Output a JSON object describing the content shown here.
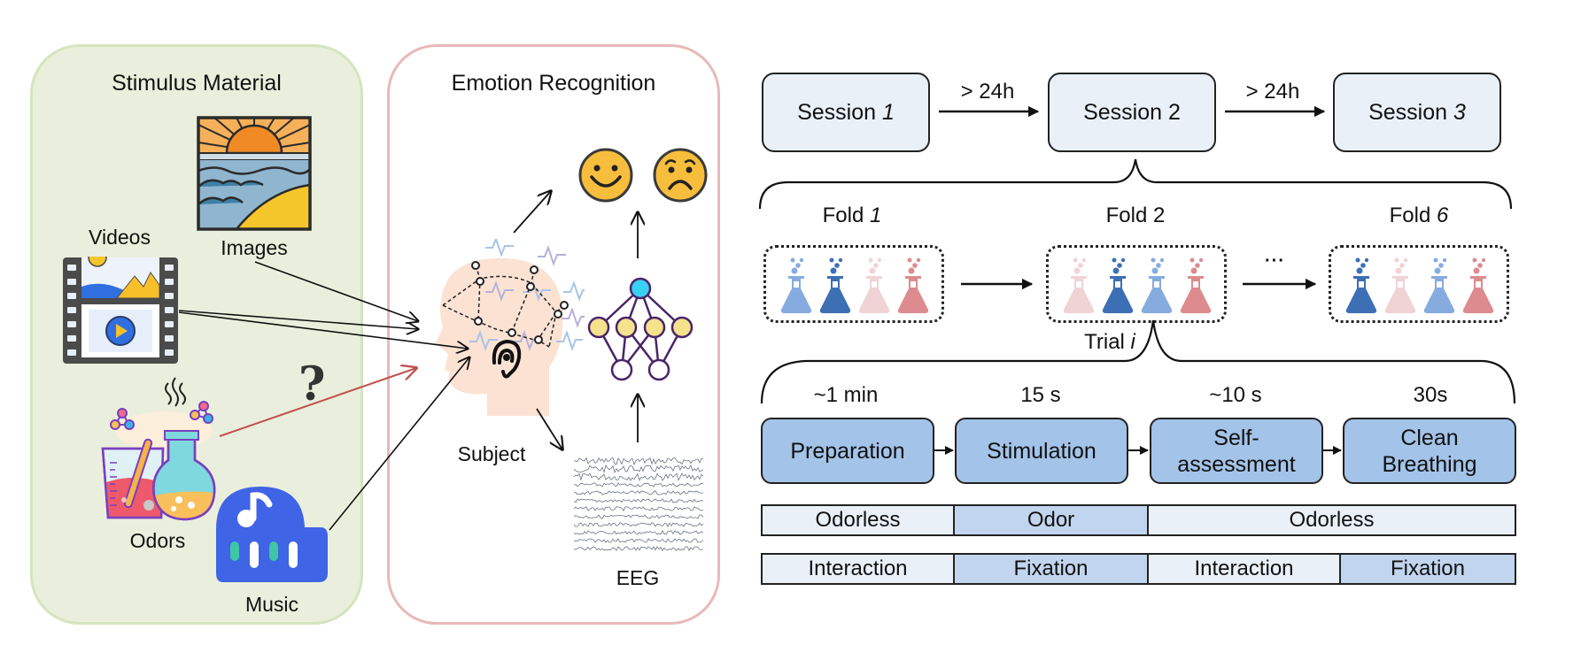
{
  "stimulus_panel": {
    "title": "Stimulus Material",
    "items": [
      {
        "label": "Images",
        "icon": "image-icon"
      },
      {
        "label": "Videos",
        "icon": "video-icon"
      },
      {
        "label": "Odors",
        "icon": "odor-flask-icon"
      },
      {
        "label": "Music",
        "icon": "music-icon"
      }
    ],
    "unknown_mark": "?"
  },
  "emotion_panel": {
    "title": "Emotion Recognition",
    "subject_label": "Subject",
    "eeg_label": "EEG",
    "emotions": [
      "happy-face",
      "sad-face"
    ]
  },
  "sessions": [
    {
      "prefix": "Session ",
      "number": "1",
      "italic": true
    },
    {
      "prefix": "Session ",
      "number": "2",
      "italic": false
    },
    {
      "prefix": "Session ",
      "number": "3",
      "italic": true
    }
  ],
  "session_gap_label": "> 24h",
  "folds": [
    {
      "prefix": "Fold ",
      "number": "1",
      "italic": true,
      "flasks": [
        "#86acdf",
        "#3d6fb5",
        "#f0d3d5",
        "#dd8b8e"
      ]
    },
    {
      "prefix": "Fold ",
      "number": "2",
      "italic": false,
      "flasks": [
        "#f0d3d5",
        "#3d6fb5",
        "#86acdf",
        "#dd8b8e"
      ]
    },
    {
      "prefix": "Fold ",
      "number": "6",
      "italic": true,
      "flasks": [
        "#3d6fb5",
        "#f0d3d5",
        "#86acdf",
        "#dd8b8e"
      ]
    }
  ],
  "ellipsis": "···",
  "trial": {
    "prefix": "Trial ",
    "var": "i"
  },
  "steps": [
    {
      "duration": "~1 min",
      "label": "Preparation"
    },
    {
      "duration": "15 s",
      "label": "Stimulation"
    },
    {
      "duration": "~10 s",
      "label": "Self-\nassessment"
    },
    {
      "duration": "30s",
      "label": "Clean\nBreathing"
    }
  ],
  "odor_row": [
    "Odorless",
    "Odor",
    "Odorless"
  ],
  "task_row": [
    "Interaction",
    "Fixation",
    "Interaction",
    "Fixation"
  ],
  "colors": {
    "stimulus_bg": "#e9efdc",
    "stimulus_border": "#d5e4bd",
    "emotion_border": "#e8b9b9",
    "session_fill": "#eaf0f8",
    "step_fill": "#a3c3e8",
    "odor_arrow": "#c0504d"
  }
}
